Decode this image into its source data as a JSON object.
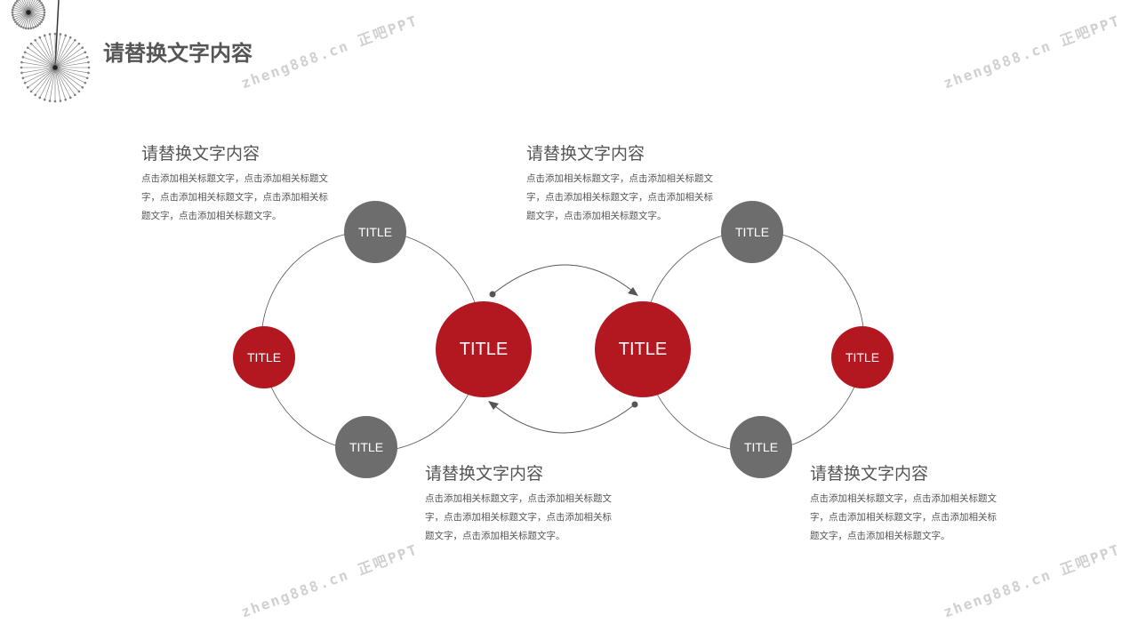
{
  "header": {
    "title": "请替换文字内容"
  },
  "blocks": [
    {
      "heading": "请替换文字内容",
      "body": "点击添加相关标题文字，点击添加相关标题文字，点击添加相关标题文字，点击添加相关标题文字，点击添加相关标题文字。"
    },
    {
      "heading": "请替换文字内容",
      "body": "点击添加相关标题文字，点击添加相关标题文字，点击添加相关标题文字，点击添加相关标题文字，点击添加相关标题文字。"
    },
    {
      "heading": "请替换文字内容",
      "body": "点击添加相关标题文字，点击添加相关标题文字，点击添加相关标题文字，点击添加相关标题文字，点击添加相关标题文字。"
    },
    {
      "heading": "请替换文字内容",
      "body": "点击添加相关标题文字，点击添加相关标题文字，点击添加相关标题文字，点击添加相关标题文字，点击添加相关标题文字。"
    }
  ],
  "nodes": {
    "left_top": "TITLE",
    "left_side": "TITLE",
    "left_bottom": "TITLE",
    "left_center": "TITLE",
    "right_center": "TITLE",
    "right_top": "TITLE",
    "right_side": "TITLE",
    "right_bottom": "TITLE"
  },
  "watermark": "zheng888.cn 正吧PPT",
  "colors": {
    "red": "#b31820",
    "gray": "#6d6d6d"
  }
}
